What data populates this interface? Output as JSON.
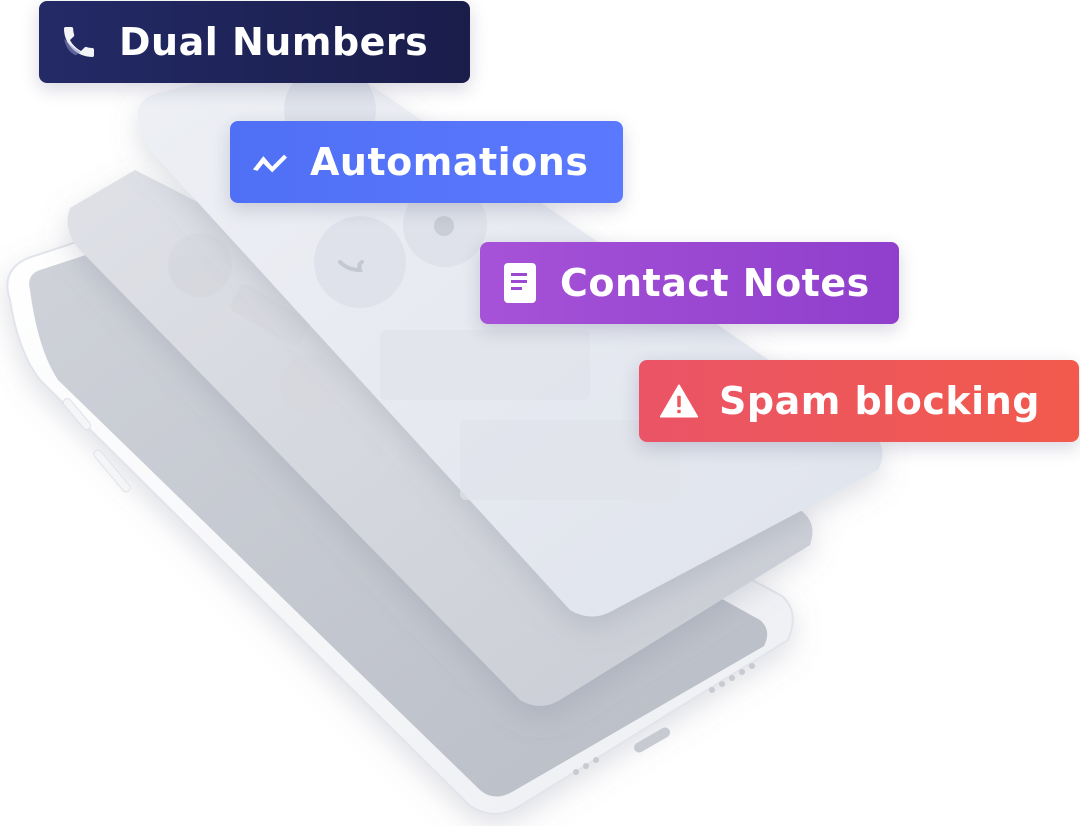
{
  "badges": {
    "dual_numbers": {
      "label": "Dual Numbers",
      "icon": "phone-icon",
      "color": "#1e2358"
    },
    "automations": {
      "label": "Automations",
      "icon": "activity-line-icon",
      "color": "#5574fa"
    },
    "contact_notes": {
      "label": "Contact Notes",
      "icon": "note-icon",
      "color": "#9b48d2"
    },
    "spam_blocking": {
      "label": "Spam blocking",
      "icon": "warning-icon",
      "color": "#ee5758"
    }
  }
}
